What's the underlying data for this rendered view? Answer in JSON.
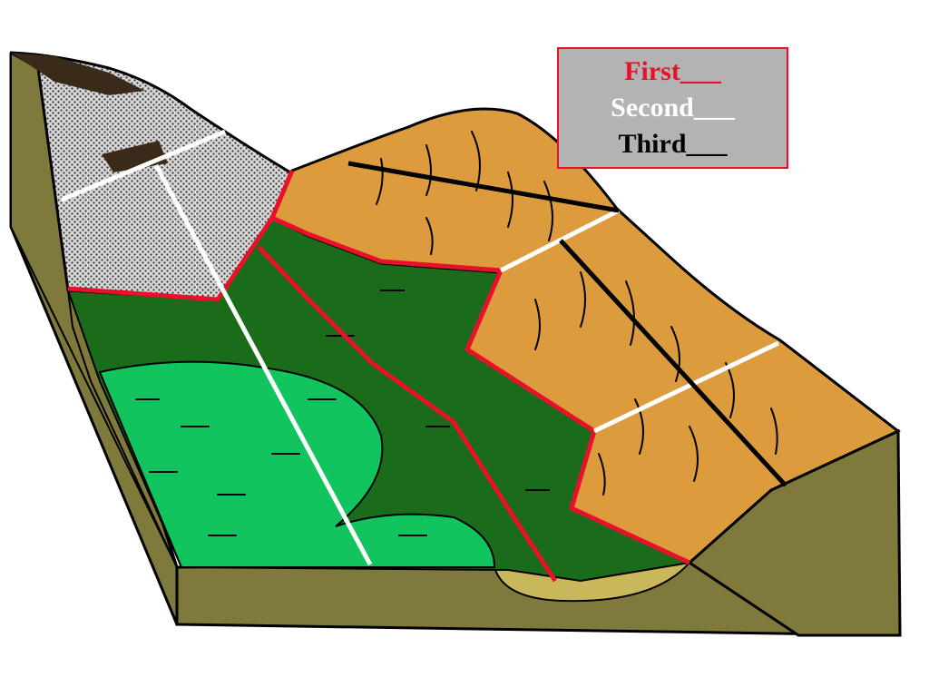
{
  "legend": {
    "items": [
      {
        "label": "First___",
        "color": "#e8102a"
      },
      {
        "label": "Second___",
        "color": "#ffffff"
      },
      {
        "label": "Third___",
        "color": "#000000"
      }
    ],
    "border_color": "#e8102a",
    "background": "#b3b3b3"
  },
  "colors": {
    "light_green": "#12c45e",
    "dark_green": "#1a6b1a",
    "hill_orange": "#dc9c3d",
    "ground_olive": "#7f7a3c",
    "sand": "#c9b85a",
    "rock": "#5f5f5f",
    "red_line": "#e8102a",
    "white_line": "#ffffff",
    "black_line": "#000000"
  }
}
